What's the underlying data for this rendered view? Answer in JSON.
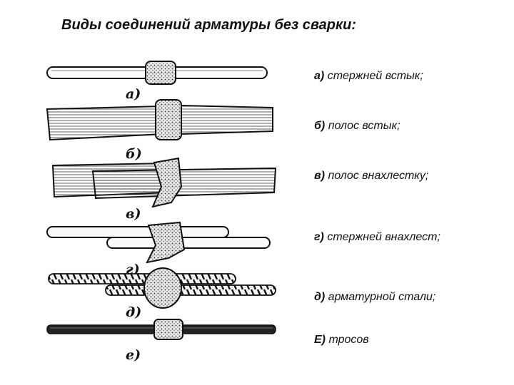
{
  "title": "Виды соединений арматуры без сварки:",
  "items": [
    {
      "key": "а)",
      "text": "стержней встык;"
    },
    {
      "key": "б)",
      "text": "полос встык;"
    },
    {
      "key": "в)",
      "text": "полос внахлестку;"
    },
    {
      "key": "г)",
      "text": "стержней внахлест;"
    },
    {
      "key": "д)",
      "text": "арматурной стали;"
    },
    {
      "key": "Е)",
      "text": "тросов"
    }
  ],
  "figure_letters": [
    "а)",
    "б)",
    "в)",
    "г)",
    "д)",
    "е)"
  ]
}
